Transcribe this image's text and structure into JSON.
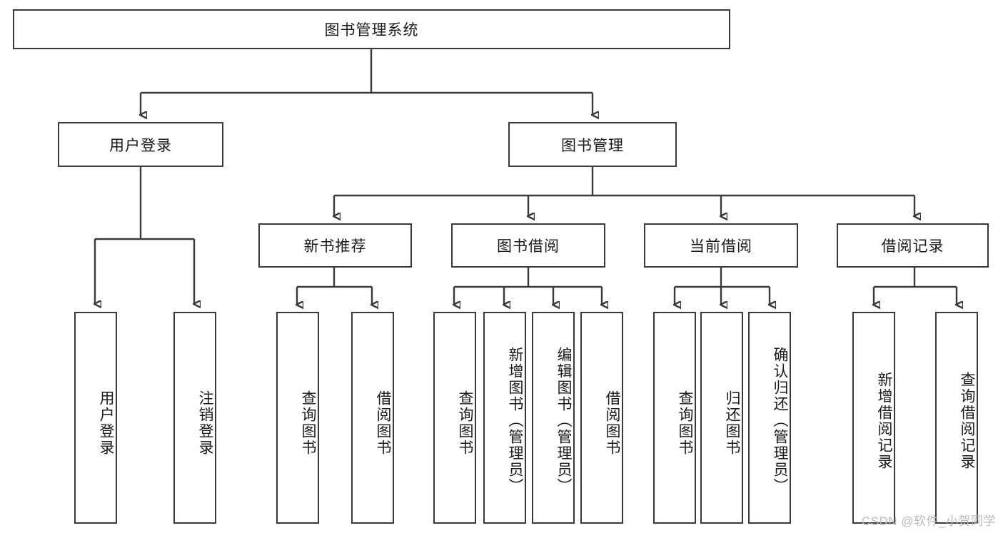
{
  "diagram": {
    "type": "tree-hierarchy",
    "title": "图书管理系统",
    "root": {
      "label": "图书管理系统"
    },
    "level1": [
      {
        "label": "用户登录"
      },
      {
        "label": "图书管理"
      }
    ],
    "level2": [
      {
        "label": "新书推荐"
      },
      {
        "label": "图书借阅"
      },
      {
        "label": "当前借阅"
      },
      {
        "label": "借阅记录"
      }
    ],
    "leaves": {
      "user_login": [
        {
          "label": "用户登录"
        },
        {
          "label": "注销登录"
        }
      ],
      "new_book_recommend": [
        {
          "label": "查询图书"
        },
        {
          "label": "借阅图书"
        }
      ],
      "book_borrow": [
        {
          "label": "查询图书"
        },
        {
          "label": "新增图书（管理员）"
        },
        {
          "label": "编辑图书（管理员）"
        },
        {
          "label": "借阅图书"
        }
      ],
      "current_borrow": [
        {
          "label": "查询图书"
        },
        {
          "label": "归还图书"
        },
        {
          "label": "确认归还（管理员）"
        }
      ],
      "borrow_record": [
        {
          "label": "新增借阅记录"
        },
        {
          "label": "查询借阅记录"
        }
      ]
    },
    "colors": {
      "stroke": "#3a3a3a",
      "fill": "#ffffff",
      "text": "#1a1a1a",
      "watermark": "#b9b9b9"
    }
  },
  "watermark": {
    "text": "CSDN @软件_小贺同学"
  }
}
